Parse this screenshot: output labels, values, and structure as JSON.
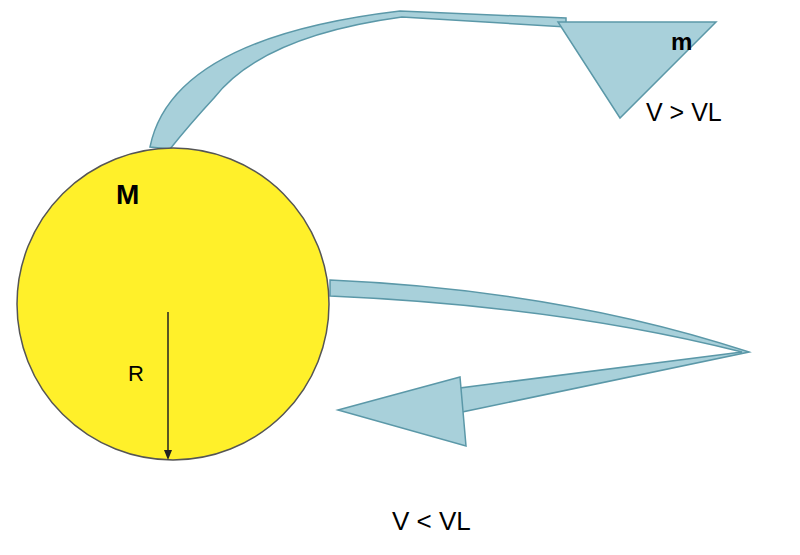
{
  "diagram": {
    "nodes": [
      {
        "text": [
          "M",
          "R"
        ]
      }
    ],
    "labels": [
      "m",
      "V > VL",
      "V < VL"
    ]
  }
}
